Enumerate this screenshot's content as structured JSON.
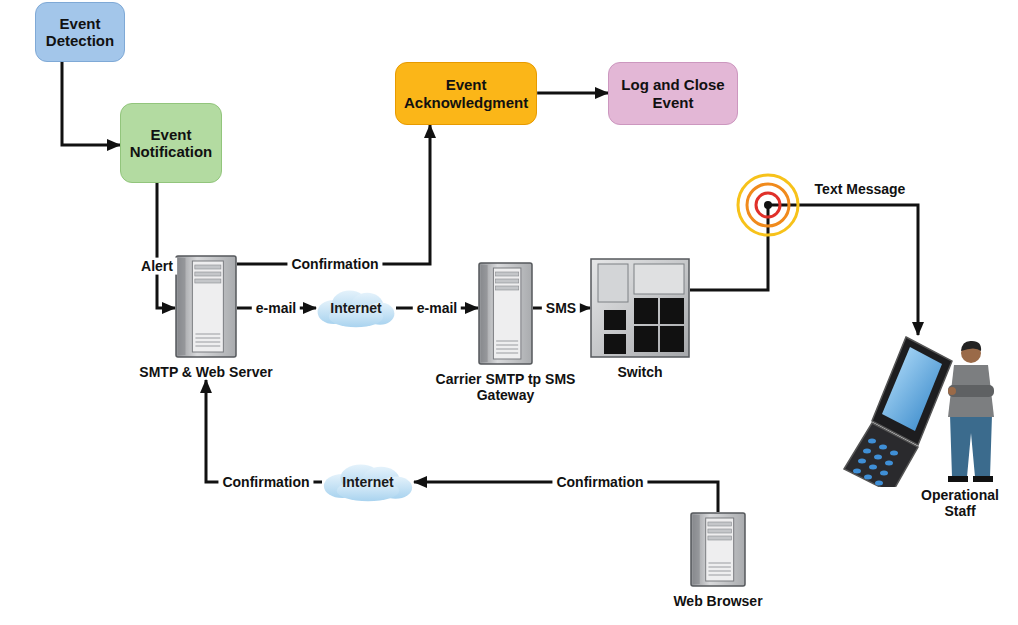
{
  "diagram": {
    "nodes": [
      {
        "text": [
          "Event Detection"
        ]
      },
      {
        "text": [
          "Event Notification"
        ]
      },
      {
        "text": [
          "Event Acknowledgment"
        ]
      },
      {
        "text": [
          "Log and Close Event"
        ]
      },
      {
        "text": [
          "SMTP & Web Server"
        ]
      },
      {
        "text": [
          "Internet"
        ]
      },
      {
        "text": [
          "Carrier SMTP tp SMS Gateway"
        ]
      },
      {
        "text": [
          "Switch"
        ]
      },
      {
        "text": [
          "Operational Staff"
        ]
      },
      {
        "text": [
          "Internet"
        ]
      },
      {
        "text": [
          "Web Browser"
        ]
      }
    ],
    "edges": [
      {
        "from": 0,
        "to": 1,
        "arrow": "to"
      },
      {
        "from": 1,
        "to": 4,
        "label": "Alert",
        "arrow": "to"
      },
      {
        "from": 4,
        "to": 2,
        "label": "Confirmation",
        "arrow": "to"
      },
      {
        "from": 2,
        "to": 3,
        "arrow": "to"
      },
      {
        "from": 4,
        "to": 5,
        "label": "e-mail",
        "arrow": "to"
      },
      {
        "from": 5,
        "to": 6,
        "label": "e-mail",
        "arrow": "to"
      },
      {
        "from": 6,
        "to": 7,
        "label": "SMS",
        "arrow": "to"
      },
      {
        "from": 7,
        "to": 8,
        "label": "Text Message",
        "arrow": "to"
      },
      {
        "from": 10,
        "to": 9,
        "label": "Confirmation",
        "arrow": "to"
      },
      {
        "from": 9,
        "to": 4,
        "label": "Confirmation",
        "arrow": "to"
      }
    ]
  }
}
